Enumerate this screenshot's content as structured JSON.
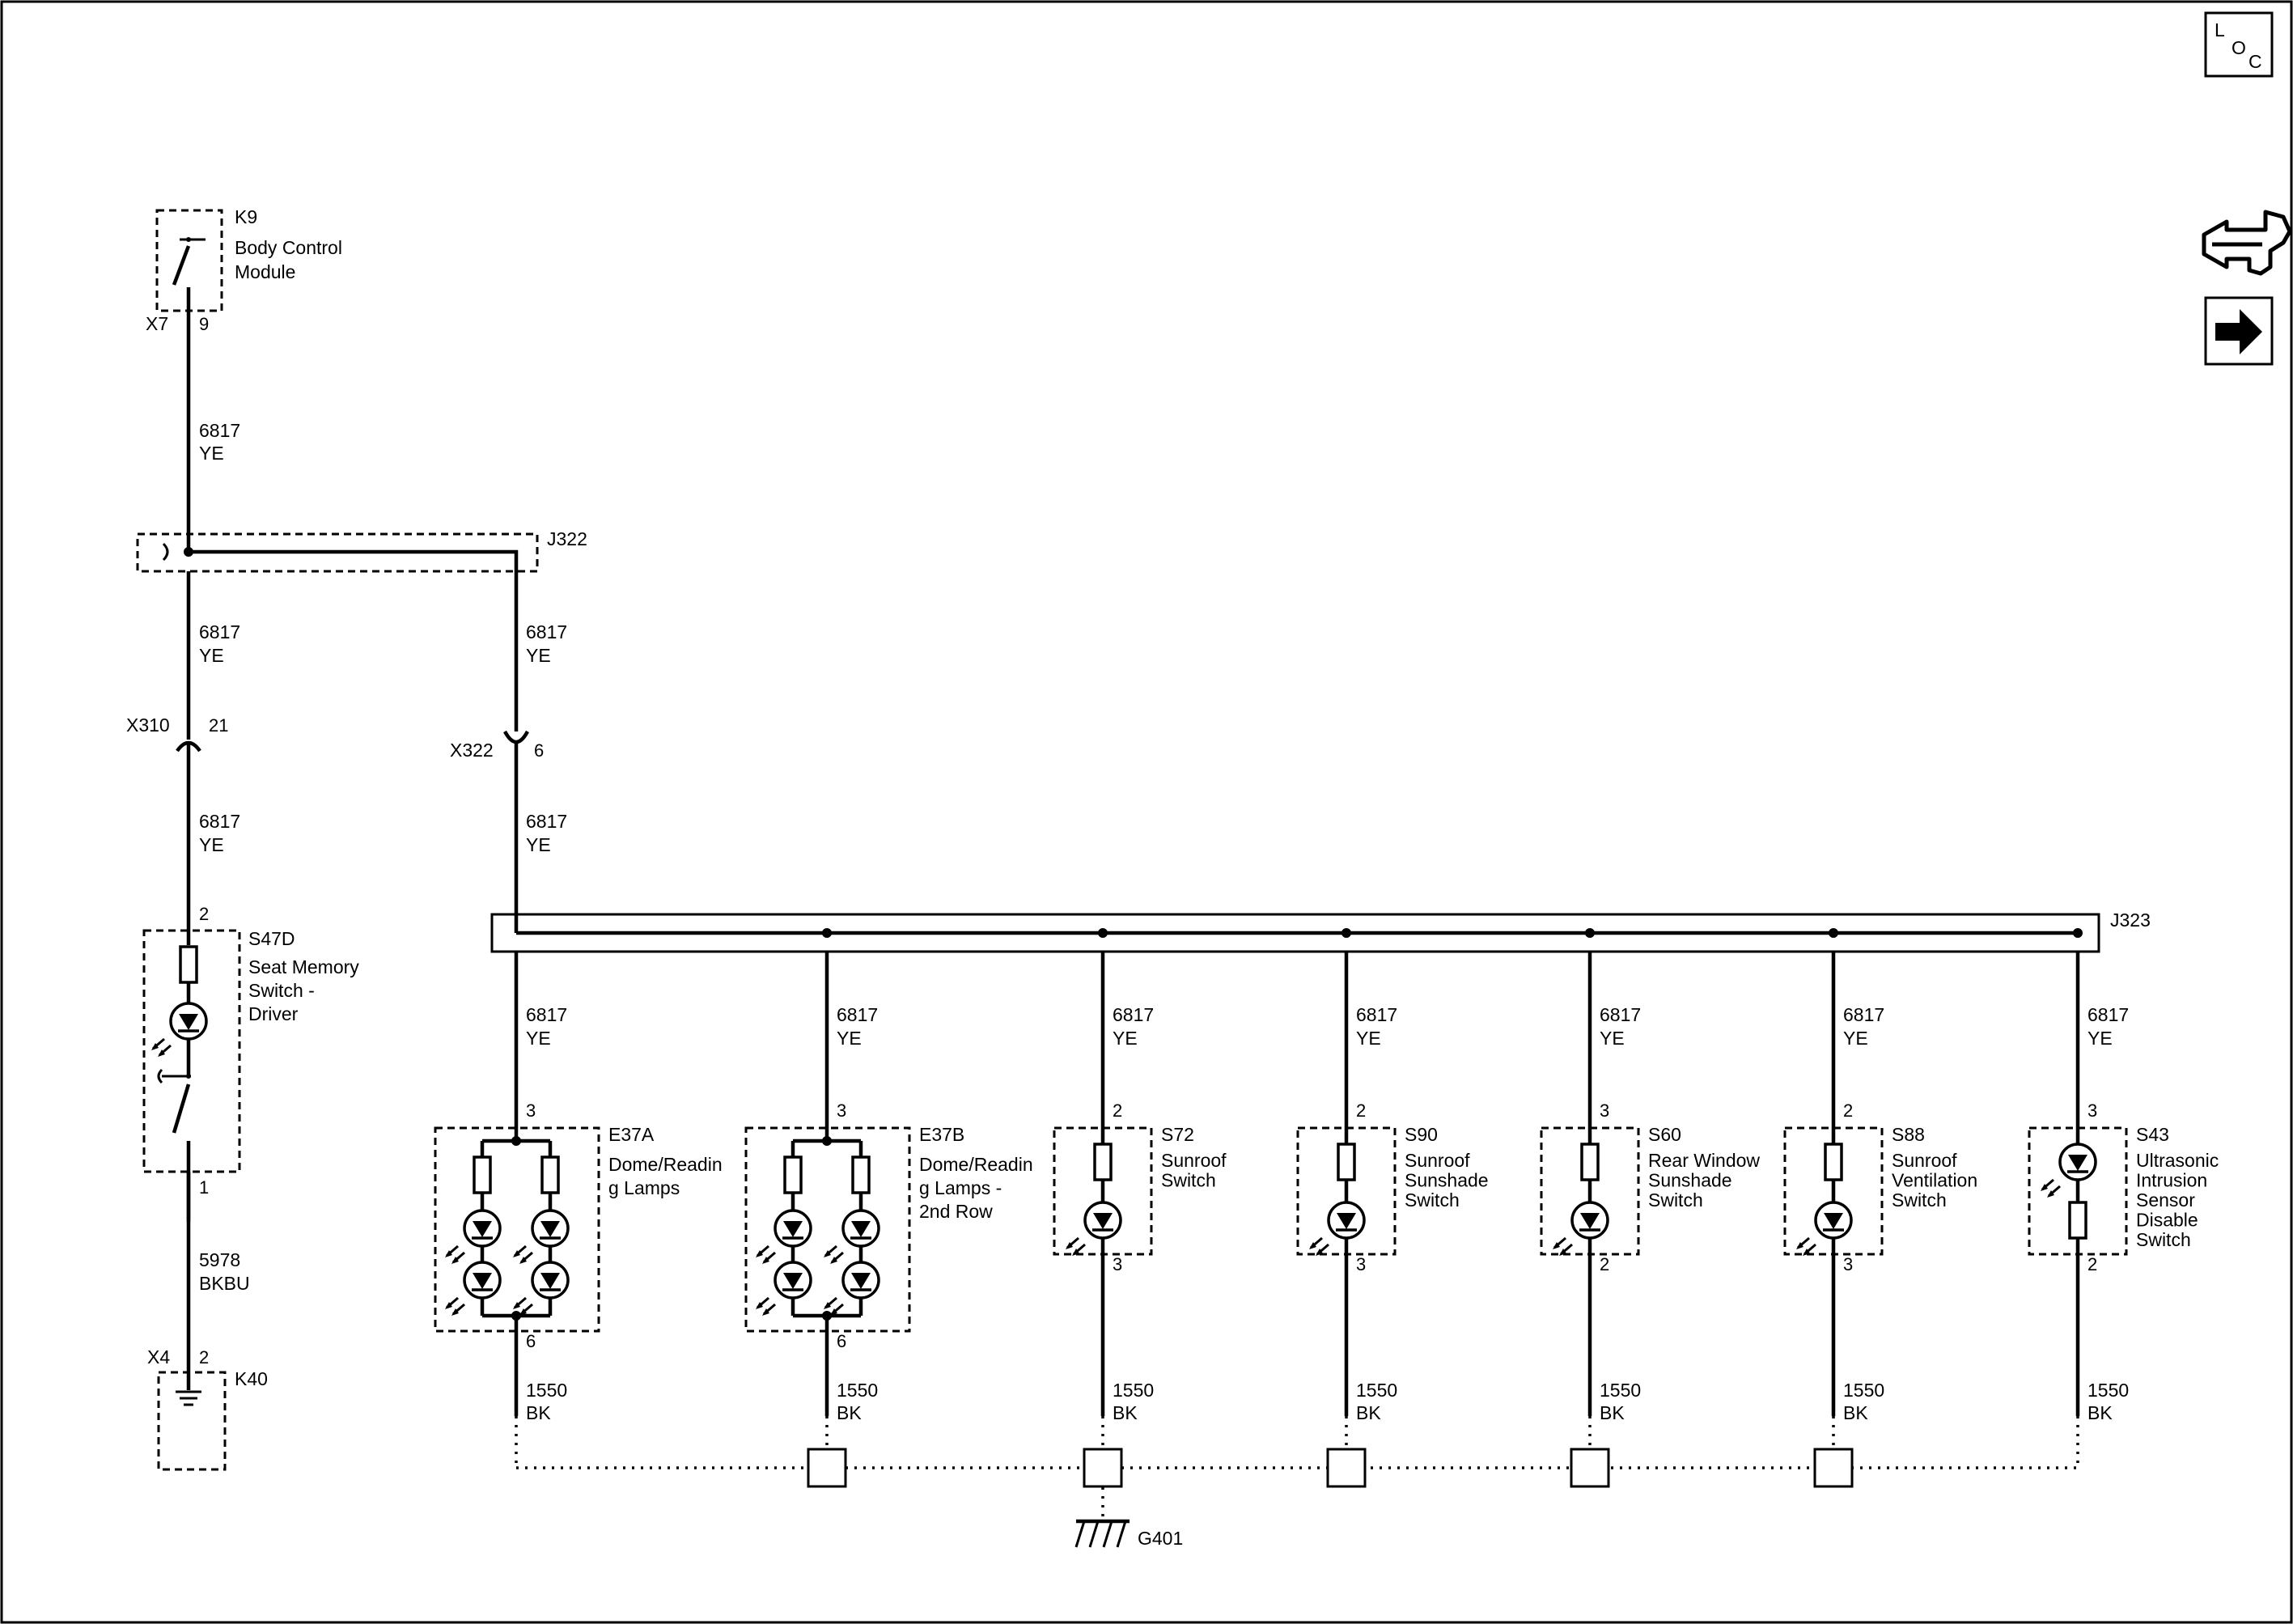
{
  "legend_icons": {
    "loc_letters": [
      "L",
      "O",
      "C"
    ],
    "navigation_icon": "navigation-arrows-icon",
    "next_page_icon": "right-arrow-icon"
  },
  "bcm": {
    "ref": "K9",
    "name_lines": [
      "Body Control",
      "Module"
    ],
    "connector": "X7",
    "pin": "9"
  },
  "wire_feed": {
    "circuit": "6817",
    "color": "YE"
  },
  "splice_j322": {
    "ref": "J322"
  },
  "inline_x310": {
    "connector": "X310",
    "pin": "21"
  },
  "inline_x322": {
    "connector": "X322",
    "pin": "6"
  },
  "seat_switch": {
    "ref": "S47D",
    "name_lines": [
      "Seat Memory",
      "Switch -",
      "Driver"
    ],
    "pin_top": "2",
    "pin_bottom": "1",
    "ground_wire": {
      "circuit": "5978",
      "color": "BKBU"
    }
  },
  "k40": {
    "ref": "K40",
    "connector": "X4",
    "pin": "2"
  },
  "splice_j323": {
    "ref": "J323"
  },
  "branches": [
    {
      "ref": "E37A",
      "name_lines": [
        "Dome/Readin",
        "g Lamps"
      ],
      "pin_top": "3",
      "pin_bottom": "6",
      "circuit_top": "6817",
      "color_top": "YE",
      "circuit_bottom": "1550",
      "color_bottom": "BK"
    },
    {
      "ref": "E37B",
      "name_lines": [
        "Dome/Readin",
        "g Lamps -",
        "2nd Row"
      ],
      "pin_top": "3",
      "pin_bottom": "6",
      "circuit_top": "6817",
      "color_top": "YE",
      "circuit_bottom": "1550",
      "color_bottom": "BK"
    },
    {
      "ref": "S72",
      "name_lines": [
        "Sunroof",
        "Switch"
      ],
      "pin_top": "2",
      "pin_bottom": "3",
      "circuit_top": "6817",
      "color_top": "YE",
      "circuit_bottom": "1550",
      "color_bottom": "BK"
    },
    {
      "ref": "S90",
      "name_lines": [
        "Sunroof",
        "Sunshade",
        "Switch"
      ],
      "pin_top": "2",
      "pin_bottom": "3",
      "circuit_top": "6817",
      "color_top": "YE",
      "circuit_bottom": "1550",
      "color_bottom": "BK"
    },
    {
      "ref": "S60",
      "name_lines": [
        "Rear Window",
        "Sunshade",
        "Switch"
      ],
      "pin_top": "3",
      "pin_bottom": "2",
      "circuit_top": "6817",
      "color_top": "YE",
      "circuit_bottom": "1550",
      "color_bottom": "BK"
    },
    {
      "ref": "S88",
      "name_lines": [
        "Sunroof",
        "Ventilation",
        "Switch"
      ],
      "pin_top": "2",
      "pin_bottom": "3",
      "circuit_top": "6817",
      "color_top": "YE",
      "circuit_bottom": "1550",
      "color_bottom": "BK"
    },
    {
      "ref": "S43",
      "name_lines": [
        "Ultrasonic",
        "Intrusion",
        "Sensor",
        "Disable",
        "Switch"
      ],
      "pin_top": "3",
      "pin_bottom": "2",
      "circuit_top": "6817",
      "color_top": "YE",
      "circuit_bottom": "1550",
      "color_bottom": "BK"
    }
  ],
  "ground": {
    "ref": "G401"
  }
}
